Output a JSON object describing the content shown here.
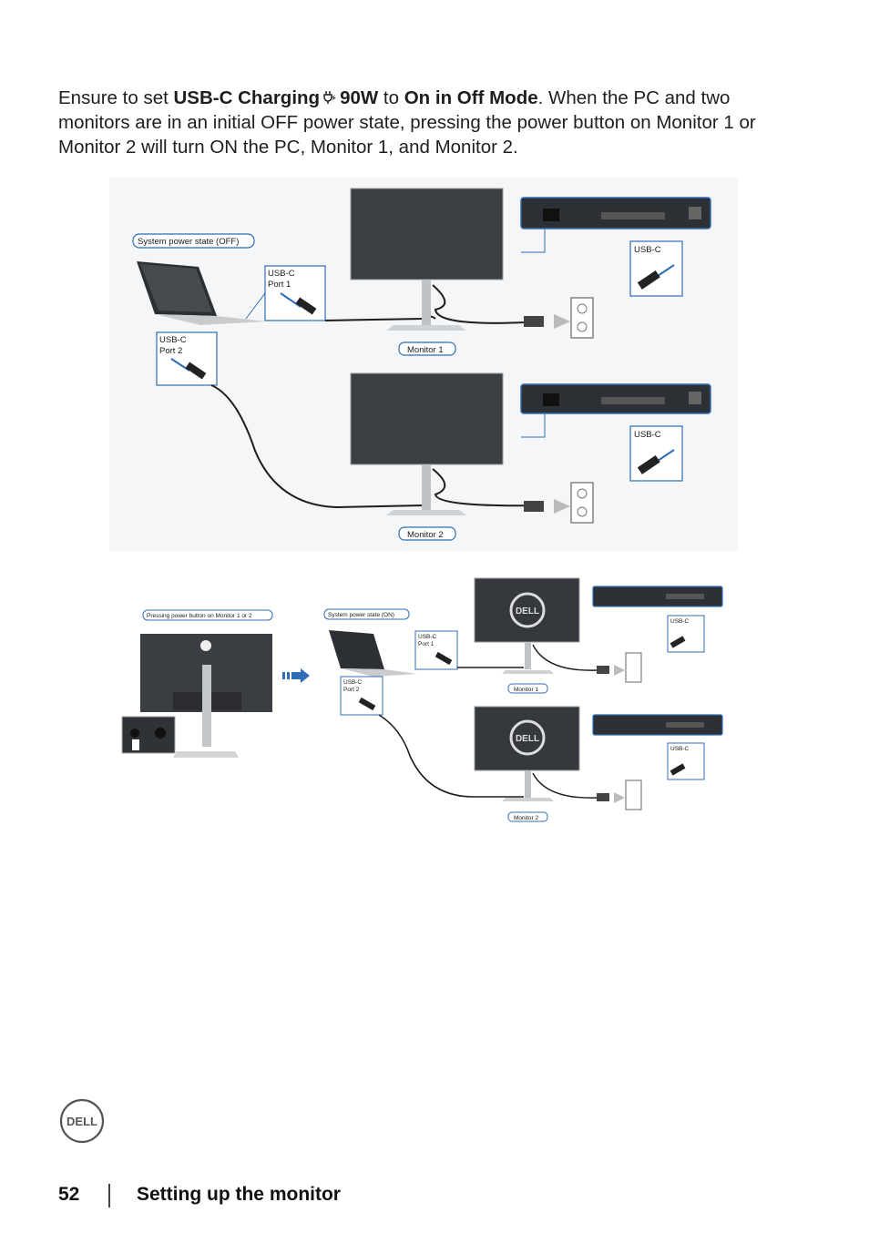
{
  "intro": {
    "p1": "Ensure to set ",
    "b1": "USB-C Charging",
    "b2": "90W",
    "p2": " to ",
    "b3": "On in Off Mode",
    "p3": ". When the PC and two monitors are in an initial OFF power state, pressing the power button on Monitor 1 or Monitor 2 will turn ON the PC, Monitor 1, and Monitor 2."
  },
  "figure_top": {
    "system_state": "System power state (OFF)",
    "port1_line1": "USB-C",
    "port1_line2": "Port 1",
    "port2_line1": "USB-C",
    "port2_line2": "Port 2",
    "rear_usb_a": "USB-C",
    "rear_usb_b": "USB-C",
    "monitor1": "Monitor 1",
    "monitor2": "Monitor 2"
  },
  "figure_bottom": {
    "press_label": "Pressing power button on Monitor 1 or 2",
    "system_state": "System power state (ON)",
    "port1_line1": "USB-C",
    "port1_line2": "Port 1",
    "port2_line1": "USB-C",
    "port2_line2": "Port 2",
    "rear_usb_a": "USB-C",
    "rear_usb_b": "USB-C",
    "monitor1": "Monitor 1",
    "monitor2": "Monitor 2",
    "logo_text": "DELL"
  },
  "footer": {
    "logo_text": "DELL",
    "page_number": "52",
    "section_title": "Setting up the monitor"
  },
  "colors": {
    "label_border": "#2f6db5",
    "monitor_screen": "#3b3e42",
    "arrow": "#2f6db5"
  }
}
